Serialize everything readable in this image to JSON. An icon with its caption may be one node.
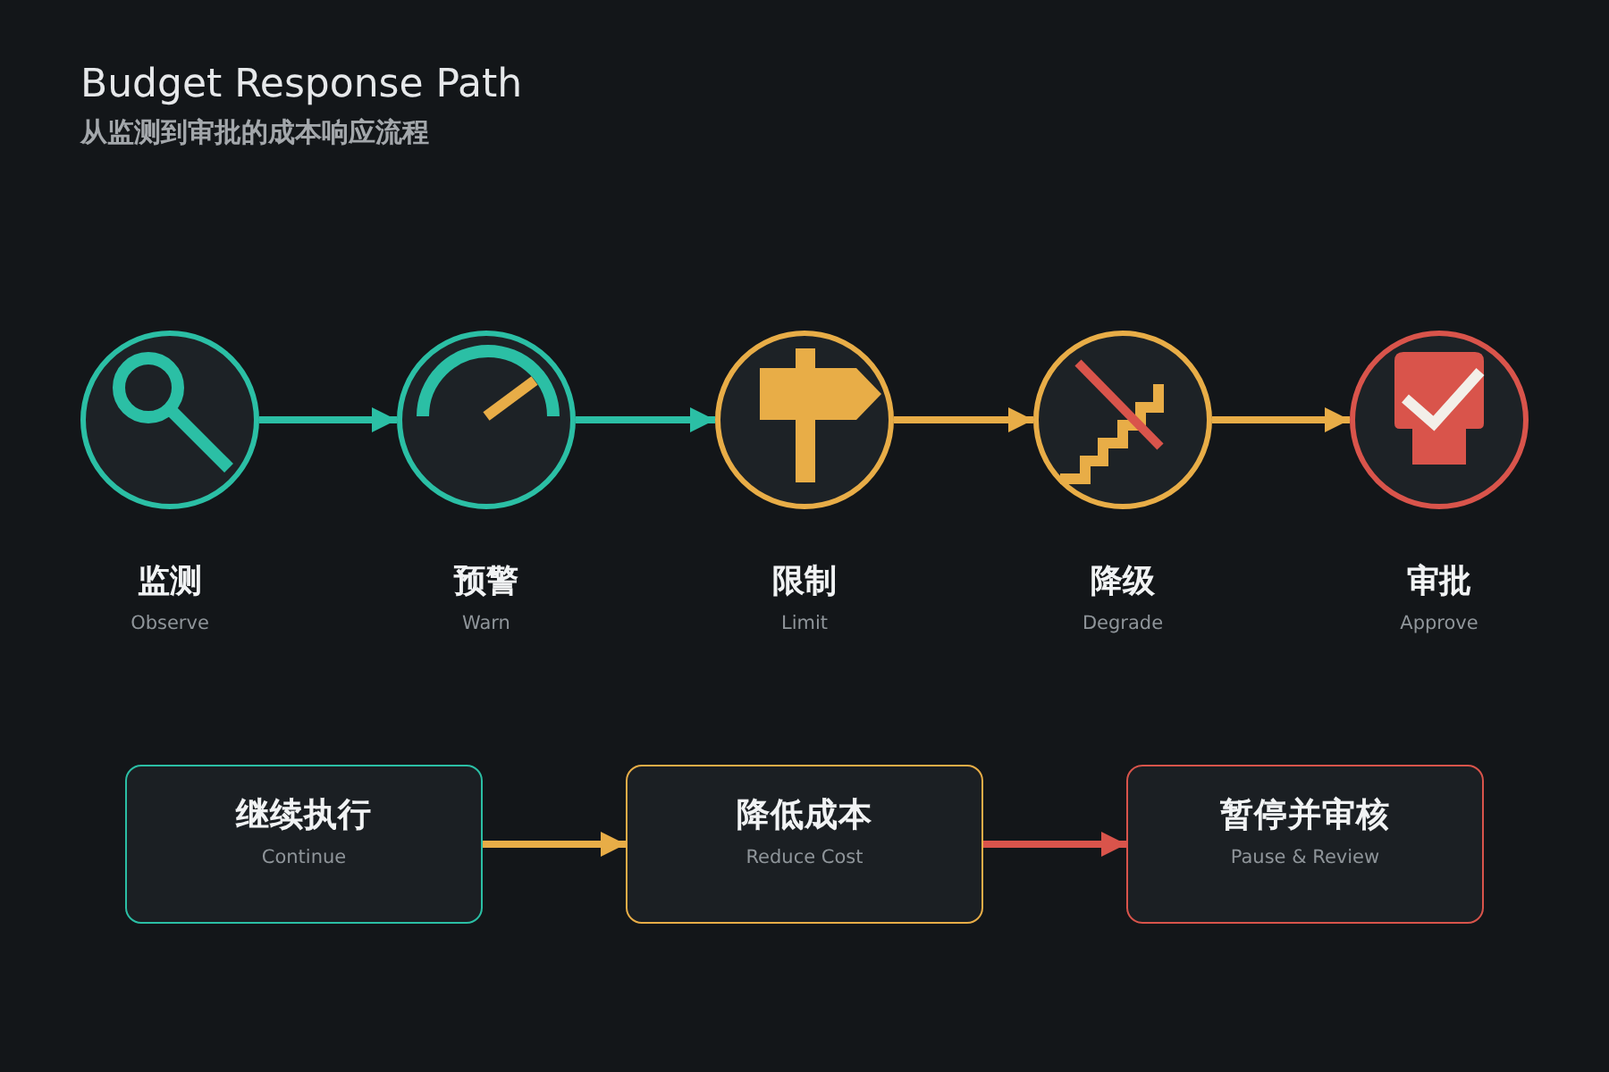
{
  "diagram": {
    "title": "Budget Response Path",
    "nodes": [
      {
        "text": [
          "监测"
        ]
      },
      {
        "text": [
          "预警"
        ]
      },
      {
        "text": [
          "限制"
        ]
      },
      {
        "text": [
          "降级"
        ]
      },
      {
        "text": [
          "审批"
        ]
      },
      {
        "text": [
          "继续执行",
          "Continue"
        ]
      },
      {
        "text": [
          "降低成本",
          "Reduce Cost"
        ]
      },
      {
        "text": [
          "暂停并审核",
          "Pause & Review"
        ]
      }
    ],
    "edges": [
      {
        "from": 0,
        "to": 1,
        "arrow": "to",
        "color": "#2bbfa5"
      },
      {
        "from": 1,
        "to": 2,
        "arrow": "to",
        "color": "#2bbfa5"
      },
      {
        "from": 2,
        "to": 3,
        "arrow": "to"
      },
      {
        "from": 3,
        "to": 4,
        "arrow": "to"
      },
      {
        "from": 5,
        "to": 6,
        "arrow": "to"
      },
      {
        "from": 6,
        "to": 7,
        "arrow": "to",
        "color": "#d9544b"
      }
    ],
    "labels": [
      "从监测到审批的成本响应流程",
      "Observe",
      "Warn",
      "Limit",
      "Degrade",
      "Approve"
    ]
  }
}
